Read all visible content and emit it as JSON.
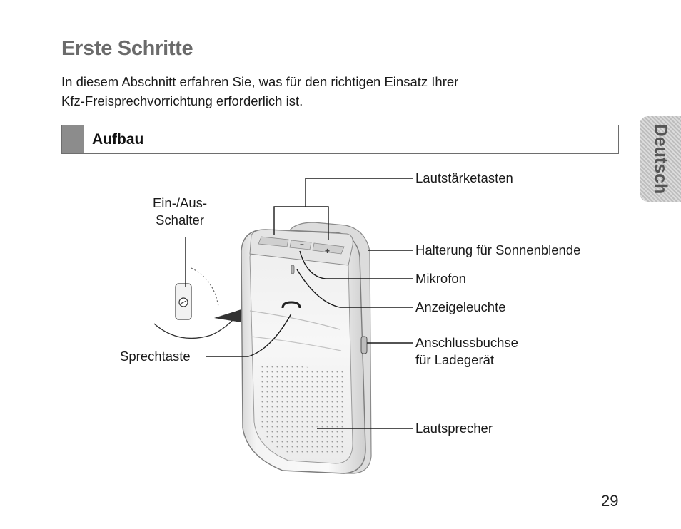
{
  "page": {
    "title": "Erste Schritte",
    "intro_line1": "In diesem Abschnitt erfahren Sie, was für den richtigen Einsatz Ihrer",
    "intro_line2": "Kfz-Freisprechvorrichtung erforderlich ist.",
    "section_title": "Aufbau",
    "side_tab": "Deutsch",
    "page_number": "29"
  },
  "labels": {
    "lautstaerketasten": "Lautstärketasten",
    "ein_aus_line1": "Ein-/Aus-",
    "ein_aus_line2": "Schalter",
    "halterung": "Halterung für Sonnenblende",
    "mikrofon": "Mikrofon",
    "anzeigeleuchte": "Anzeigeleuchte",
    "anschluss_line1": "Anschlussbuchse",
    "anschluss_line2": "für Ladegerät",
    "sprechtaste": "Sprechtaste",
    "lautsprecher": "Lautsprecher"
  },
  "colors": {
    "title": "#6b6b6b",
    "section_block": "#8c8c8c",
    "side_tab_text": "#555555"
  }
}
